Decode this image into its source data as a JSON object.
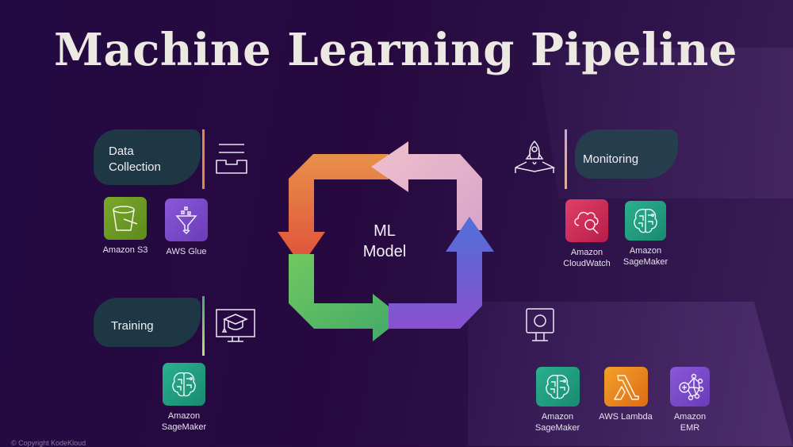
{
  "title": "Machine Learning Pipeline",
  "center": {
    "line1": "ML",
    "line2": "Model"
  },
  "stages": {
    "data_collection": {
      "label_line1": "Data",
      "label_line2": "Collection",
      "accent": "#e08a4a",
      "icon": "inbox-tray-icon",
      "services": [
        {
          "name_line1": "Amazon S3",
          "name_line2": "",
          "color": "#6f9a24",
          "icon": "bucket-icon"
        },
        {
          "name_line1": "AWS Glue",
          "name_line2": "",
          "color": "#7b46c8",
          "icon": "funnel-icon"
        }
      ]
    },
    "training": {
      "label": "Training",
      "accent": "#8fcf5a",
      "icon": "monitor-graduation-cap-icon",
      "services": [
        {
          "name_line1": "Amazon",
          "name_line2": "SageMaker",
          "color": "#1f9c80",
          "icon": "brain-icon"
        }
      ]
    },
    "monitoring": {
      "label": "Monitoring",
      "accent": "#d8a4b8",
      "icon": "rocket-launch-icon",
      "services": [
        {
          "name_line1": "Amazon",
          "name_line2": "CloudWatch",
          "color": "#d02a5a",
          "icon": "cloud-magnifier-icon"
        },
        {
          "name_line1": "Amazon",
          "name_line2": "SageMaker",
          "color": "#1f9c80",
          "icon": "brain-icon"
        }
      ]
    },
    "deployment": {
      "icon": "monitor-circle-icon",
      "services": [
        {
          "name_line1": "Amazon",
          "name_line2": "SageMaker",
          "color": "#1f9c80",
          "icon": "brain-icon"
        },
        {
          "name_line1": "AWS Lambda",
          "name_line2": "",
          "color": "#e8801c",
          "icon": "lambda-icon"
        },
        {
          "name_line1": "Amazon",
          "name_line2": "EMR",
          "color": "#7646c4",
          "icon": "emr-cluster-icon"
        }
      ]
    }
  },
  "footer": {
    "copyright": "© Copyright KodeKloud"
  }
}
